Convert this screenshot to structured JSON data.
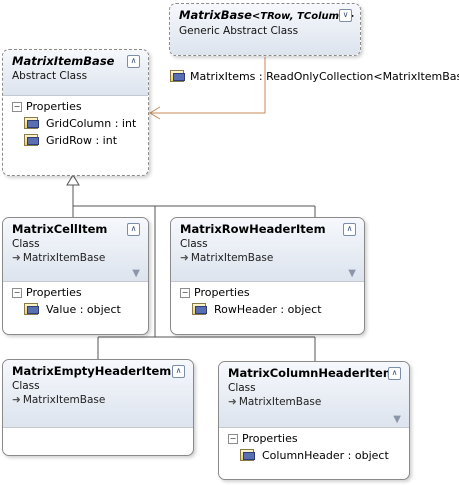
{
  "classes": {
    "matrix_base": {
      "name": "MatrixBase",
      "generic_params": "<TRow, TColumn>",
      "kind": "Generic Abstract Class"
    },
    "matrix_item_base": {
      "name": "MatrixItemBase",
      "kind": "Abstract Class",
      "section": "Properties",
      "properties": [
        "GridColumn : int",
        "GridRow : int"
      ]
    },
    "matrix_cell_item": {
      "name": "MatrixCellItem",
      "kind": "Class",
      "base": "MatrixItemBase",
      "section": "Properties",
      "properties": [
        "Value : object"
      ]
    },
    "matrix_row_header_item": {
      "name": "MatrixRowHeaderItem",
      "kind": "Class",
      "base": "MatrixItemBase",
      "section": "Properties",
      "properties": [
        "RowHeader : object"
      ]
    },
    "matrix_empty_header_item": {
      "name": "MatrixEmptyHeaderItem",
      "kind": "Class",
      "base": "MatrixItemBase"
    },
    "matrix_column_header_item": {
      "name": "MatrixColumnHeaderItem",
      "kind": "Class",
      "base": "MatrixItemBase",
      "section": "Properties",
      "properties": [
        "ColumnHeader : object"
      ]
    }
  },
  "association": {
    "label": "MatrixItems : ReadOnlyCollection<MatrixItemBase>"
  },
  "icons": {
    "toggle": "collapse-chevron-icon",
    "property": "property-icon",
    "filter": "filter-icon",
    "inherit": "inheritance-arrow-icon"
  },
  "colors": {
    "header_gradient_top": "#f6f8fc",
    "header_gradient_bottom": "#dde4ee",
    "association_line": "#c98a5a",
    "inheritance_line": "#555555"
  }
}
